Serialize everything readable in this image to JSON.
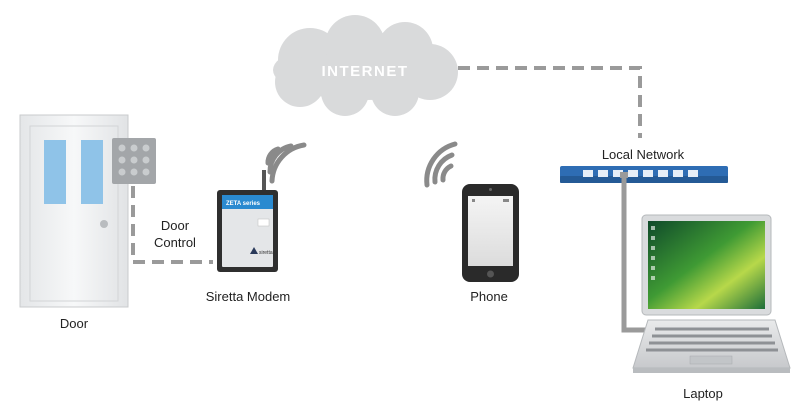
{
  "cloud": {
    "label": "INTERNET"
  },
  "labels": {
    "door": "Door",
    "door_control_line1": "Door",
    "door_control_line2": "Control",
    "modem": "Siretta Modem",
    "phone": "Phone",
    "local_network": "Local Network",
    "laptop": "Laptop"
  },
  "modem_branding": {
    "series": "ZETA series",
    "logo": "siretta"
  },
  "colors": {
    "cloud": "#d9dadb",
    "dashed_line": "#9a9a9a",
    "switch_blue": "#2e6db4",
    "door_glass": "#8fc3e8",
    "phone_body": "#2a2a2a",
    "modem_accent": "#2a8ad0"
  }
}
